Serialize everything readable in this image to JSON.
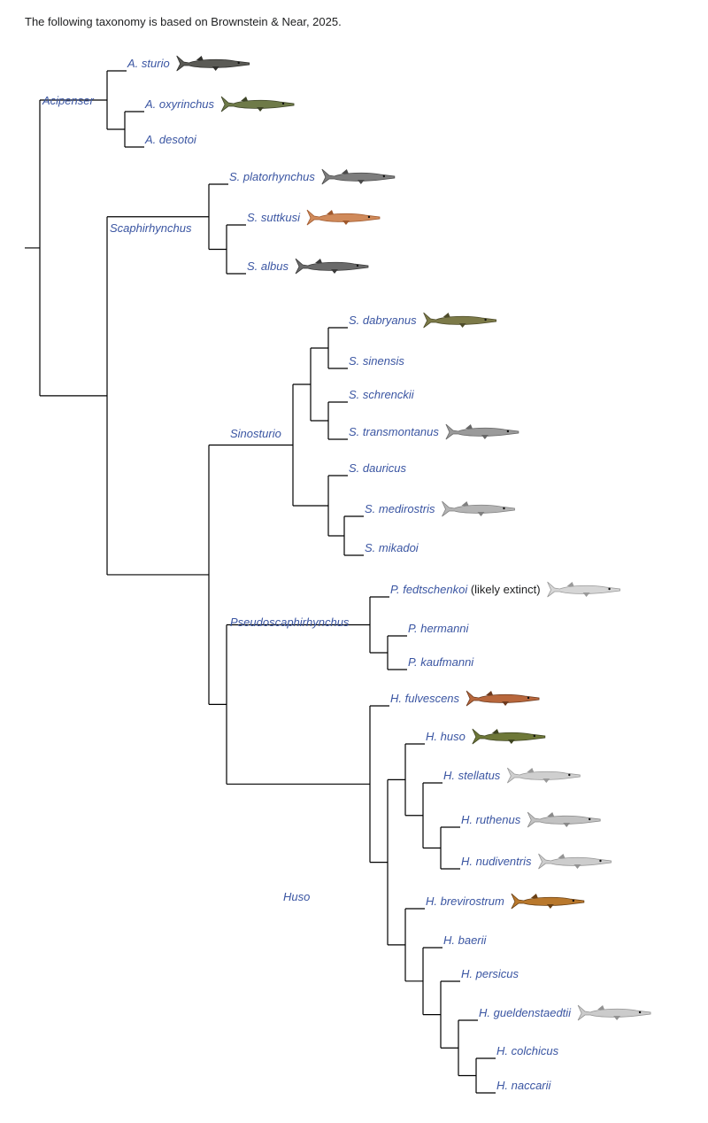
{
  "intro": "The following taxonomy is based on Brownstein & Near, 2025.",
  "colors": {
    "link": "#3a55a2",
    "text": "#202122",
    "line": "#000000"
  },
  "clades": [
    {
      "id": "acipenser",
      "label": "Acipenser"
    },
    {
      "id": "scaphirhynchus",
      "label": "Scaphirhynchus"
    },
    {
      "id": "sinosturio",
      "label": "Sinosturio"
    },
    {
      "id": "pseudoscaphirhynchus",
      "label": "Pseudoscaphirhynchus"
    },
    {
      "id": "huso",
      "label": "Huso"
    }
  ],
  "taxa": [
    {
      "id": "a_sturio",
      "label": "A. sturio",
      "fish": {
        "color": "#5a5a55",
        "accent": "#2f2f2c"
      }
    },
    {
      "id": "a_oxyrinchus",
      "label": "A. oxyrinchus",
      "fish": {
        "color": "#6e7a48",
        "accent": "#3e4528"
      }
    },
    {
      "id": "a_desotoi",
      "label": "A. desotoi"
    },
    {
      "id": "s_platorhynchus",
      "label": "S. platorhynchus",
      "fish": {
        "color": "#7d7d7d",
        "accent": "#4a4a4a"
      }
    },
    {
      "id": "s_suttkusi",
      "label": "S. suttkusi",
      "fish": {
        "color": "#d08a5a",
        "accent": "#a0582c"
      }
    },
    {
      "id": "s_albus",
      "label": "S. albus",
      "fish": {
        "color": "#6a6a6a",
        "accent": "#3a3a3a"
      }
    },
    {
      "id": "s_dabryanus",
      "label": "S. dabryanus",
      "fish": {
        "color": "#7c7a48",
        "accent": "#4e4c2a"
      }
    },
    {
      "id": "s_sinensis",
      "label": "S. sinensis"
    },
    {
      "id": "s_schrenckii",
      "label": "S. schrenckii"
    },
    {
      "id": "s_transmontanus",
      "label": "S. transmontanus",
      "fish": {
        "color": "#9a9a9a",
        "accent": "#666666"
      }
    },
    {
      "id": "s_dauricus",
      "label": "S. dauricus"
    },
    {
      "id": "s_medirostris",
      "label": "S. medirostris",
      "fish": {
        "color": "#b4b4b4",
        "accent": "#808080"
      }
    },
    {
      "id": "s_mikadoi",
      "label": "S. mikadoi"
    },
    {
      "id": "p_fedtschenkoi",
      "label": "P. fedtschenkoi",
      "note": "(likely extinct)",
      "fish": {
        "color": "#d6d6d6",
        "accent": "#9a9a9a"
      }
    },
    {
      "id": "p_hermanni",
      "label": "P. hermanni"
    },
    {
      "id": "p_kaufmanni",
      "label": "P. kaufmanni"
    },
    {
      "id": "h_fulvescens",
      "label": "H. fulvescens",
      "fish": {
        "color": "#b8673c",
        "accent": "#6e3a1e"
      }
    },
    {
      "id": "h_huso",
      "label": "H. huso",
      "fish": {
        "color": "#6e7838",
        "accent": "#3e4420"
      }
    },
    {
      "id": "h_stellatus",
      "label": "H. stellatus",
      "fish": {
        "color": "#cfcfcf",
        "accent": "#9a9a9a"
      }
    },
    {
      "id": "h_ruthenus",
      "label": "H. ruthenus",
      "fish": {
        "color": "#c2c2c2",
        "accent": "#8a8a8a"
      }
    },
    {
      "id": "h_nudiventris",
      "label": "H. nudiventris",
      "fish": {
        "color": "#cdcdcd",
        "accent": "#949494"
      }
    },
    {
      "id": "h_brevirostrum",
      "label": "H. brevirostrum",
      "fish": {
        "color": "#b9782c",
        "accent": "#6a4014"
      }
    },
    {
      "id": "h_baerii",
      "label": "H. baerii"
    },
    {
      "id": "h_persicus",
      "label": "H. persicus"
    },
    {
      "id": "h_gueldenstaedtii",
      "label": "H. gueldenstaedtii",
      "fish": {
        "color": "#cbcbcb",
        "accent": "#939393"
      }
    },
    {
      "id": "h_colchicus",
      "label": "H. colchicus"
    },
    {
      "id": "h_naccarii",
      "label": "H. naccarii"
    }
  ]
}
